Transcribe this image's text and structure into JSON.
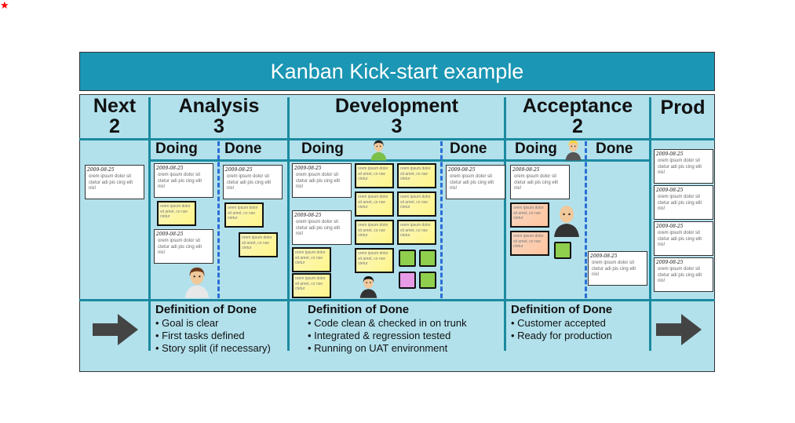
{
  "title": "Kanban Kick-start example",
  "columns": [
    {
      "name": "Next",
      "wip": "2"
    },
    {
      "name": "Analysis",
      "wip": "3"
    },
    {
      "name": "Development",
      "wip": "3"
    },
    {
      "name": "Acceptance",
      "wip": "2"
    },
    {
      "name": "Prod"
    }
  ],
  "sub": {
    "doing": "Doing",
    "done": "Done"
  },
  "card": {
    "date": "2009-08-25",
    "text": "orem ipsum dolor sit ctetur adi pis cing elit nis!"
  },
  "sticky": {
    "text": "orem ipsum dolor sit amet, co nse ctetur"
  },
  "definitions": [
    {
      "title": "Definition of Done",
      "items": [
        "Goal is clear",
        "First tasks defined",
        "Story split (if necessary)"
      ]
    },
    {
      "title": "Definition of Done",
      "items": [
        "Code clean & checked in on trunk",
        "Integrated & regression tested",
        "Running on UAT environment"
      ]
    },
    {
      "title": "Definition of Done",
      "items": [
        "Customer accepted",
        "Ready for production"
      ]
    }
  ],
  "colors": {
    "header": "#1b96b4",
    "board": "#b2e1ec",
    "lines": "#1b8aa0",
    "dashed": "#2a6fd6"
  }
}
